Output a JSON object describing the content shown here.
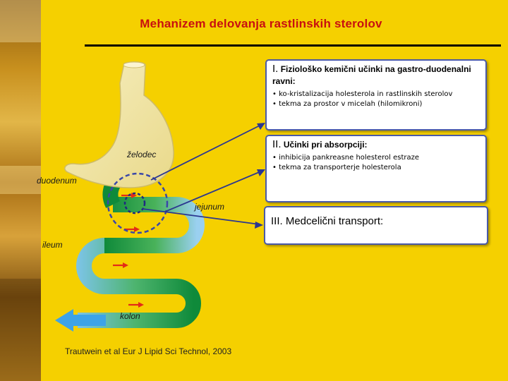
{
  "title": "Mehanizem delovanja rastlinskih sterolov",
  "boxes": [
    {
      "number": "I.",
      "heading": "Fiziološko kemični učinki na gastro-duodenalni ravni:",
      "bullets": [
        "• ko-kristalizacija holesterola in rastlinskih sterolov",
        "• tekma za prostor v micelah (hilomikroni)"
      ]
    },
    {
      "number": "II.",
      "heading": "Učinki pri absorpciji:",
      "bullets": [
        "• inhibicija pankreasne holesterol estraze",
        "• tekma za transporterje holesterola"
      ]
    },
    {
      "heading": "III. Medcelični transport:"
    }
  ],
  "labels": {
    "stomach": "želodec",
    "duodenum": "duodenum",
    "jejunum": "jejunum",
    "ileum": "ileum",
    "colon": "kolon"
  },
  "citation": "Trautwein et al Eur J Lipid Sci Technol, 2003",
  "colors": {
    "background": "#f5d000",
    "title": "#c81010",
    "box_border": "#4a5aa8",
    "pointer": "#2b3690",
    "stomach": "#f1e7a6",
    "intestine_dark": "#0f8a3a",
    "intestine_light": "#9ad0f0",
    "flow_arrow": "#e32c17",
    "exit_arrow": "#3da3e8"
  }
}
